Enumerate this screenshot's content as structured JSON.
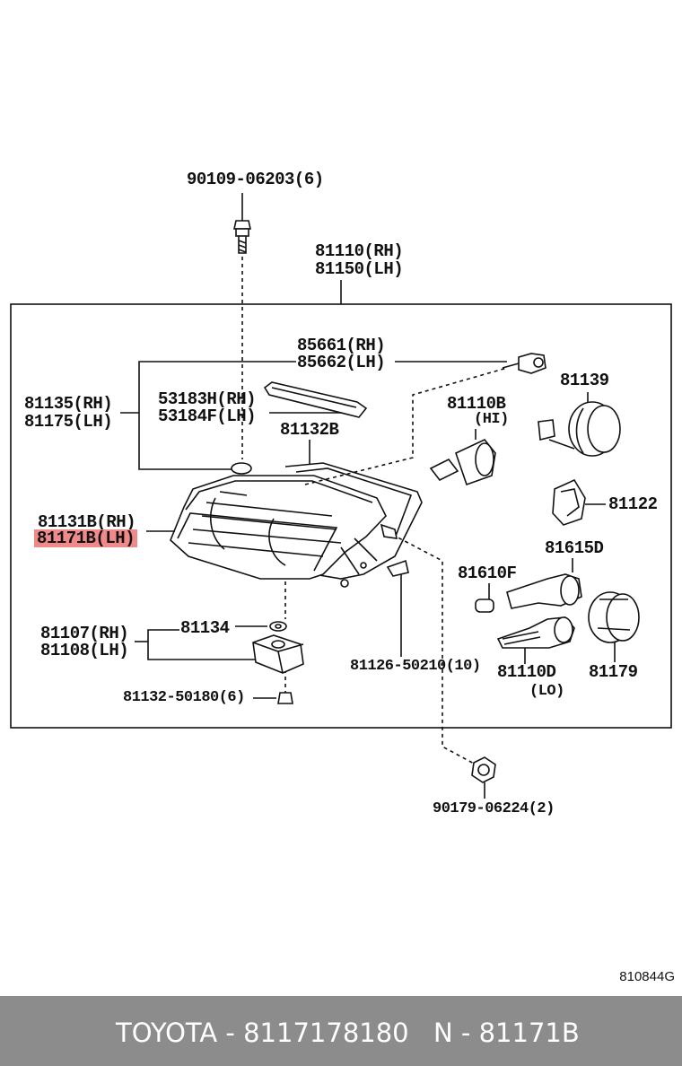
{
  "labels": {
    "bolt_top": "90109-06203(6)",
    "assy_rh": "81110(RH)",
    "assy_lh": "81150(LH)",
    "seal_rh": "85661(RH)",
    "seal_lh": "85662(LH)",
    "bracket_rh": "81135(RH)",
    "bracket_lh": "81175(LH)",
    "cover_rh": "53183H(RH)",
    "cover_lh": "53184F(LH)",
    "housing": "81132B",
    "lens_rh": "81131B(RH)",
    "lens_lh": "81171B(LH)",
    "bulb_hi": "81110B",
    "bulb_hi_note": "(HI)",
    "socket": "81139",
    "retainer": "81122",
    "holder": "81615D",
    "bulb_small": "81610F",
    "bulb_lo": "81110D",
    "bulb_lo_note": "(LO)",
    "cap": "81179",
    "adjuster_rh": "81107(RH)",
    "adjuster_lh": "81108(LH)",
    "washer": "81134",
    "nut": "81132-50180(6)",
    "clip": "81126-50210(10)",
    "bolt_bottom": "90179-06224(2)"
  },
  "figure_id": "810844G",
  "footer": {
    "left": "TOYOTA - 8117178180",
    "right": "N - 81171B"
  }
}
